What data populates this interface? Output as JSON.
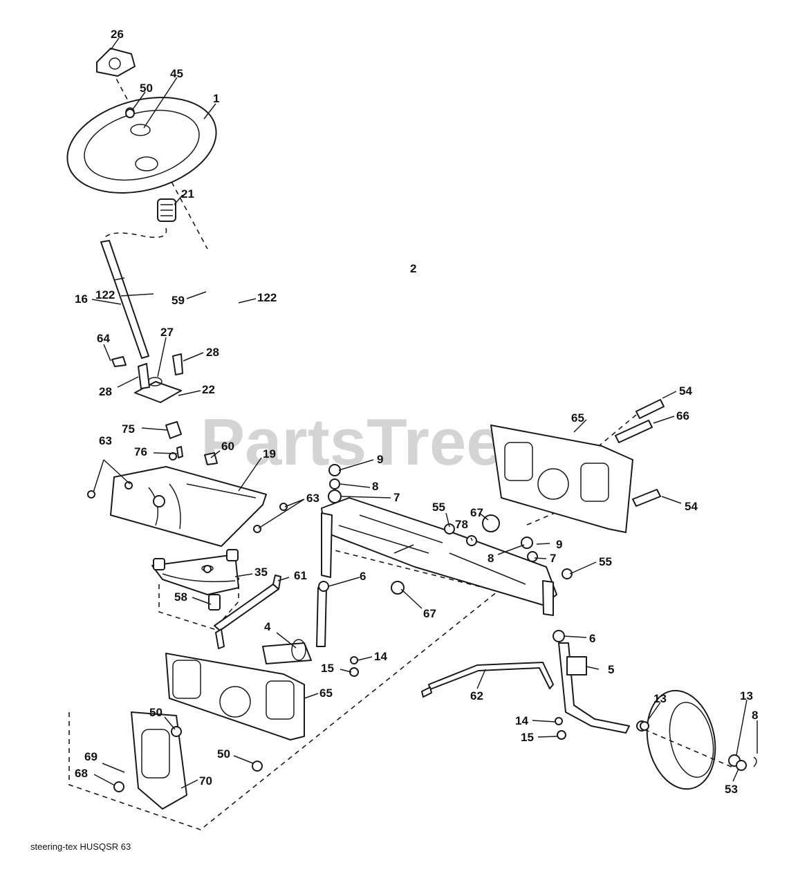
{
  "watermark": "PartsTree",
  "footer_text": "steering-tex HUSQSR 63",
  "callouts": {
    "c26": "26",
    "c50a": "50",
    "c45": "45",
    "c1": "1",
    "c21": "21",
    "c16": "16",
    "c64": "64",
    "c27": "27",
    "c28a": "28",
    "c28b": "28",
    "c22": "22",
    "c75": "75",
    "c76": "76",
    "c60": "60",
    "c19": "19",
    "c63a": "63",
    "c63b": "63",
    "c122a": "122",
    "c59": "59",
    "c122b": "122",
    "c35": "35",
    "c58": "58",
    "c61": "61",
    "c9a": "9",
    "c8a": "8",
    "c7a": "7",
    "c55a": "55",
    "c2": "2",
    "c67a": "67",
    "c78": "78",
    "c8b": "8",
    "c9b": "9",
    "c7b": "7",
    "c55b": "55",
    "c65a": "65",
    "c54a": "54",
    "c66": "66",
    "c54b": "54",
    "c6a": "6",
    "c67b": "67",
    "c4": "4",
    "c14a": "14",
    "c15a": "15",
    "c6b": "6",
    "c5": "5",
    "c62": "62",
    "c65b": "65",
    "c50b": "50",
    "c50c": "50",
    "c69": "69",
    "c68": "68",
    "c70": "70",
    "c14b": "14",
    "c15b": "15",
    "c13a": "13",
    "c13b": "13",
    "c8c": "8",
    "c53": "53"
  }
}
